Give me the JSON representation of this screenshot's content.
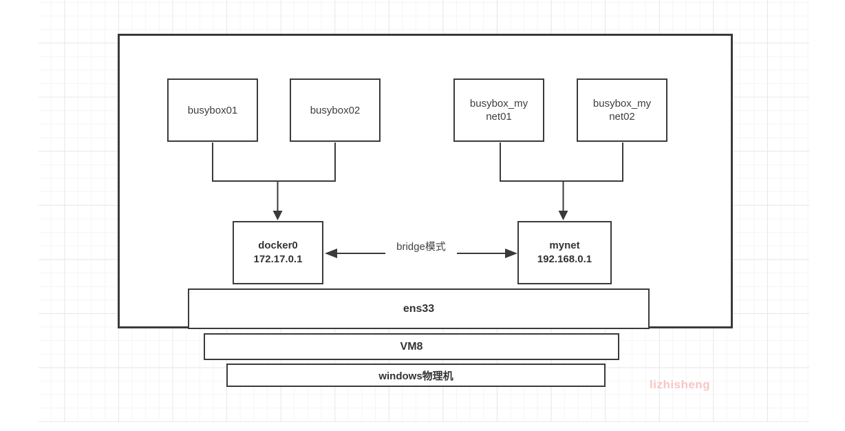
{
  "diagram": {
    "title_hint": "docker bridge network diagram",
    "nodes": {
      "busybox01": {
        "label": "busybox01"
      },
      "busybox02": {
        "label": "busybox02"
      },
      "busybox_mynet01": {
        "label": "busybox_my\nnet01"
      },
      "busybox_mynet02": {
        "label": "busybox_my\nnet02"
      },
      "docker0": {
        "label": "docker0\n172.17.0.1",
        "name": "docker0",
        "ip": "172.17.0.1"
      },
      "mynet": {
        "label": "mynet\n192.168.0.1",
        "name": "mynet",
        "ip": "192.168.0.1"
      }
    },
    "layers": {
      "ens33": {
        "label": "ens33"
      },
      "vm8": {
        "label": "VM8"
      },
      "windows_host": {
        "label": "windows物理机"
      }
    },
    "edges": {
      "bridge_mode_label": "bridge模式"
    },
    "watermark": "lizhisheng"
  },
  "colors": {
    "stroke": "#3a3a3a",
    "text": "#3d3d3d",
    "grid_minor": "#f5f5f5",
    "grid_major": "#e8e8e8",
    "watermark": "#f8c5c5"
  }
}
